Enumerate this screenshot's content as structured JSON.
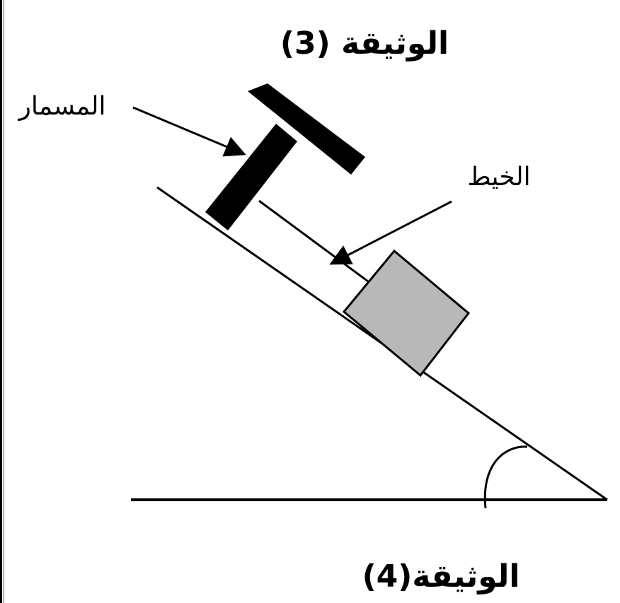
{
  "labels": {
    "document_3": "الوثيقة (3)",
    "nail": "المسمار",
    "thread": "الخيط",
    "document_4": "الوثيقة(4)"
  },
  "colors": {
    "ink": "#000000",
    "block_fill": "#b8b8b8",
    "background": "#ffffff"
  }
}
